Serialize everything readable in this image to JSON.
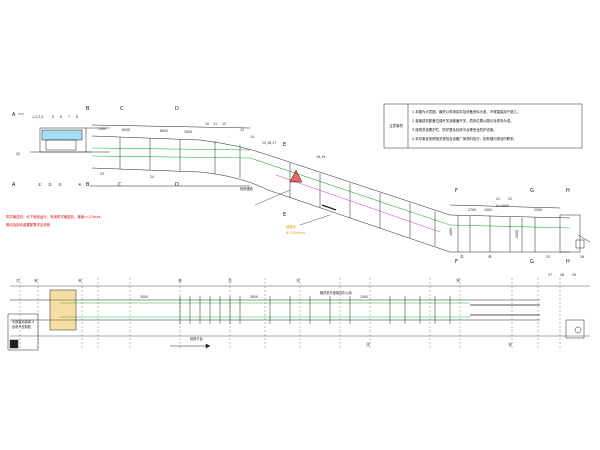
{
  "notes": {
    "header": "注意事项",
    "lines": [
      "1  本图为示意图，最终以现场实际及设备资料为准，不得直接用于施工。",
      "2  各输送机配备拉绳开关及跑偏开关，具体位置以图示及现场为准。",
      "3  按规范设置护栏、防护罩及检修平台等安全防护设施。",
      "4  未尽事宜参照相关规范及设备厂家资料执行，如有疑问请及时联系。"
    ]
  },
  "red_note": {
    "line1": "带式输送机：长下坡段运行，采用带式输送机，速度v=2.5m/s，",
    "line2": "驱动及制动装置配置详见说明"
  },
  "yellow_note": {
    "line1": "坡道段",
    "line2": "B=1000mm"
  },
  "section_marks": {
    "top_a": "A",
    "top_b": "B",
    "top_c": "C",
    "top_d": "D",
    "top_e": "E",
    "mid_f": "F",
    "mid_g": "G",
    "mid_h": "H"
  },
  "dims": {
    "d1": "1500",
    "d2": "6000",
    "d3": "6000",
    "d4": "1000",
    "d5": "2700",
    "d6": "1000",
    "d7": "5×3000",
    "d8": "2500",
    "d9": "1800",
    "d10": "1500",
    "d11": "3000",
    "d12": "2500"
  },
  "labels": {
    "n1": "1,2,3,4",
    "n2": "5",
    "n3": "6",
    "n4": "7",
    "n5": "8",
    "n6": "10",
    "n7": "11",
    "n8": "12",
    "n9": "13",
    "n10": "14",
    "n11": "15,16,17",
    "n12": "18,19",
    "n13": "20",
    "n14": "21",
    "n15": "22",
    "n16": "23",
    "n17": "24",
    "n18": "25",
    "n19": "26",
    "n20": "27",
    "n21": "28",
    "n22": "29",
    "walk": "检修通道",
    "walk2": "检修平台",
    "bottom_note": "输送机头部驱动中心线",
    "lower_left1": "头部驱动装置 4",
    "lower_left2": "及电气控制柜"
  },
  "circle_tags": {
    "c1": "①",
    "c2": "②",
    "c3": "③",
    "c4": "④",
    "c5": "⑤",
    "c6": "⑥",
    "c7": "⑦",
    "c8": "⑧",
    "c9": "⑨",
    "c10": "⑩",
    "c11": "⑪",
    "c12": "⑫",
    "c13": "⑬",
    "c14": "⑭",
    "c15": "⑮"
  },
  "colors": {
    "line": "#222222",
    "green": "#22b14c",
    "red": "#e00000",
    "cyan": "#00a0e0",
    "yellow": "#e0a000",
    "magenta": "#c000c0"
  }
}
